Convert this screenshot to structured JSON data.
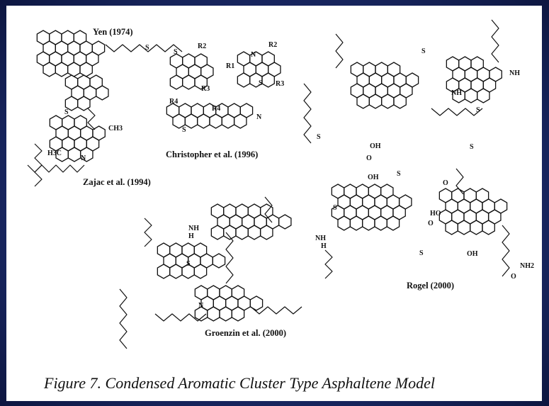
{
  "figure": {
    "caption": "Figure 7. Condensed Aromatic Cluster Type Asphaltene Model",
    "models": [
      {
        "id": "yen",
        "label": "Yen (1974)"
      },
      {
        "id": "christopher",
        "label": "Christopher et al. (1996)"
      },
      {
        "id": "zajac",
        "label": "Zajac et al. (1994)"
      },
      {
        "id": "groenzin",
        "label": "Groenzin et al. (2000)"
      },
      {
        "id": "rogel",
        "label": "Rogel (2000)"
      }
    ],
    "atom_labels": {
      "S": "S",
      "N": "N",
      "NH": "NH",
      "H": "H",
      "OH": "OH",
      "O": "O",
      "HO": "HO",
      "NH2": "NH2",
      "CH3": "CH3",
      "H3C": "H3C",
      "R1": "R1",
      "R2": "R2",
      "R3": "R3",
      "R4": "R4"
    }
  }
}
